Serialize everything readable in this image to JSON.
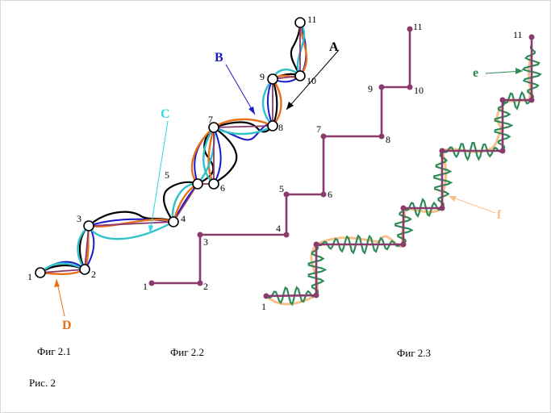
{
  "figures": [
    {
      "caption": "Фиг 2.1"
    },
    {
      "caption": "Фиг 2.2"
    },
    {
      "caption": "Фиг 2.3"
    }
  ],
  "figure_title": "Рис. 2",
  "node_labels": [
    "1",
    "2",
    "3",
    "4",
    "5",
    "6",
    "7",
    "8",
    "9",
    "10",
    "11"
  ],
  "callouts": {
    "A": "A",
    "B": "B",
    "C": "C",
    "D": "D",
    "e": "e",
    "f": "f"
  },
  "colors": {
    "staircase": "#8b3a6e",
    "black_curve": "#000000",
    "blue_curve": "#1a1acc",
    "orange_curve": "#e8701a",
    "cyan_curve": "#2fc0c8",
    "callout_A": "#000000",
    "callout_B": "#1a1acc",
    "callout_C": "#2fd8e0",
    "callout_D": "#e8701a",
    "callout_e": "#2e8b57",
    "callout_f": "#f5c08a",
    "wave_green": "#2e8b57",
    "wave_peach": "#f5c08a"
  }
}
